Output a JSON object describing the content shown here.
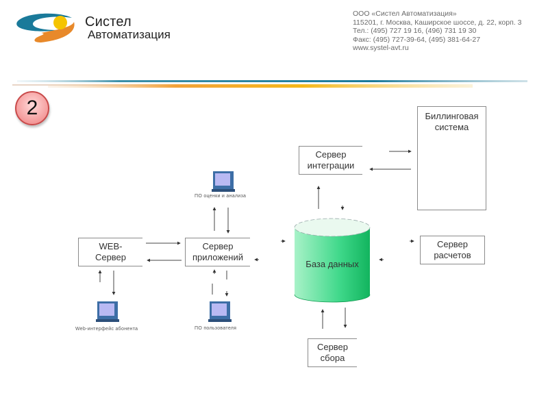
{
  "header": {
    "company_name_line1": "Систел",
    "company_name_line2": "Автоматизация",
    "contacts": [
      "ООО «Систел Автоматизация»",
      "115201, г. Москва, Каширское шоссе, д. 22, корп. 3",
      "Тел.: (495) 727 19 16, (496) 731 19 30",
      "Факс: (495) 727-39-64, (495) 381-64-27",
      "www.systel-avt.ru"
    ],
    "colors": {
      "teal": "#1a7a9a",
      "orange": "#e8892a",
      "yellow": "#f5c400"
    }
  },
  "slide_number": "2",
  "diagram": {
    "nodes": {
      "billing": "Биллинговая система",
      "integration_server": "Сервер интеграции",
      "database": "База данных",
      "calc_server": "Сервер расчетов",
      "collection_server": "Сервер сбора",
      "web_server": "WEB-Сервер",
      "app_server": "Сервер приложений"
    },
    "workstations": {
      "top": "ПО оценки и анализа",
      "bottom_left": "Web-интерфейс абонента",
      "bottom_right": "ПО пользователя"
    },
    "colors": {
      "database_fill": "#2ecf7a",
      "badge_fill": "#f6a3a3"
    }
  }
}
